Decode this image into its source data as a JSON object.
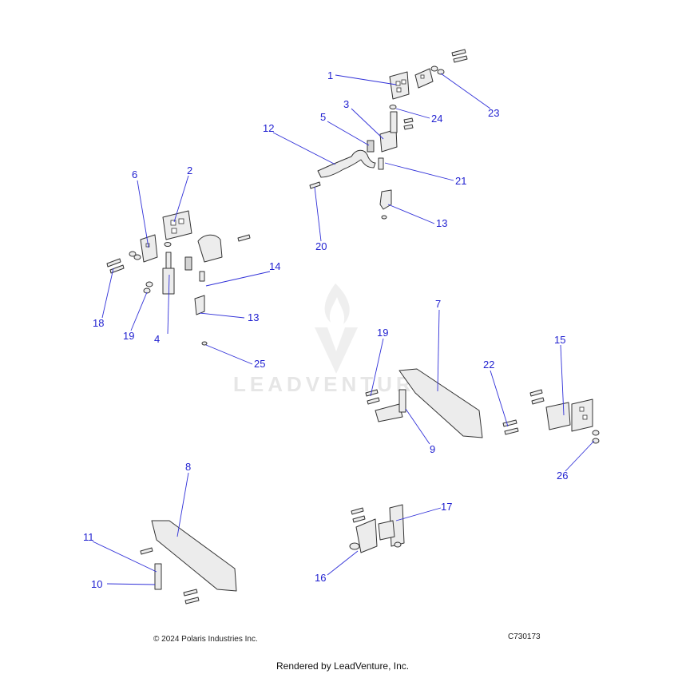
{
  "callouts": [
    {
      "id": "1",
      "label": "1"
    },
    {
      "id": "2",
      "label": "2"
    },
    {
      "id": "3",
      "label": "3"
    },
    {
      "id": "4",
      "label": "4"
    },
    {
      "id": "5",
      "label": "5"
    },
    {
      "id": "6",
      "label": "6"
    },
    {
      "id": "7",
      "label": "7"
    },
    {
      "id": "8",
      "label": "8"
    },
    {
      "id": "9",
      "label": "9"
    },
    {
      "id": "10",
      "label": "10"
    },
    {
      "id": "11",
      "label": "11"
    },
    {
      "id": "12",
      "label": "12"
    },
    {
      "id": "13a",
      "label": "13"
    },
    {
      "id": "13b",
      "label": "13"
    },
    {
      "id": "14",
      "label": "14"
    },
    {
      "id": "15",
      "label": "15"
    },
    {
      "id": "16",
      "label": "16"
    },
    {
      "id": "17",
      "label": "17"
    },
    {
      "id": "18",
      "label": "18"
    },
    {
      "id": "19a",
      "label": "19"
    },
    {
      "id": "19b",
      "label": "19"
    },
    {
      "id": "20",
      "label": "20"
    },
    {
      "id": "21",
      "label": "21"
    },
    {
      "id": "22",
      "label": "22"
    },
    {
      "id": "23",
      "label": "23"
    },
    {
      "id": "24",
      "label": "24"
    },
    {
      "id": "25",
      "label": "25"
    },
    {
      "id": "26",
      "label": "26"
    }
  ],
  "watermark": "LEADVENTURE",
  "footer": {
    "copyright": "© 2024 Polaris Industries Inc.",
    "diagram_code": "C730173",
    "rendered_by": "Rendered by LeadVenture, Inc."
  }
}
